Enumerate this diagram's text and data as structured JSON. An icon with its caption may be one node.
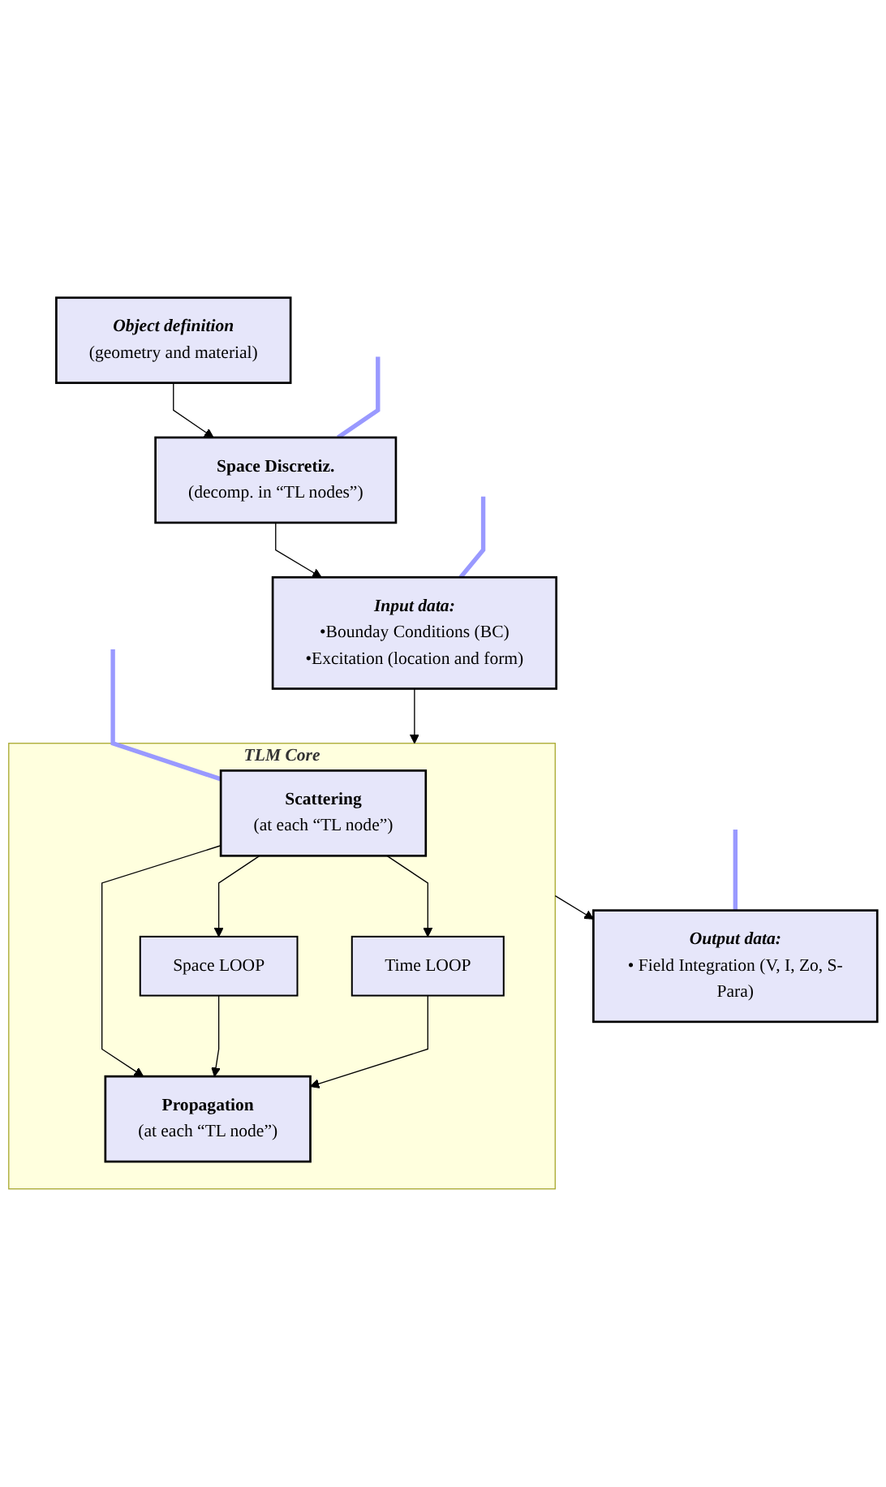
{
  "diagram": {
    "nodes": [
      {
        "text": [
          "Object definition",
          "(geometry and material)"
        ]
      },
      {
        "text": [
          "Space Discretiz.",
          "(decomp. in “TL nodes”)"
        ]
      },
      {
        "text": [
          "Input data:",
          "•Bounday Conditions (BC)",
          "•Excitation (location and form)"
        ]
      },
      {
        "text": [
          "TLM Core"
        ]
      },
      {
        "text": [
          "Scattering",
          "(at each “TL node”)"
        ],
        "in": 3
      },
      {
        "text": [
          "Propagation",
          "(at each “TL node”)"
        ],
        "in": 3
      },
      {
        "text": [
          "Space LOOP"
        ],
        "in": 3
      },
      {
        "text": [
          "Time LOOP"
        ],
        "in": 3
      },
      {
        "text": [
          "Output data:",
          "• Field Integration (V, I, Zo, S-Para)"
        ]
      }
    ],
    "edges": [
      {
        "from": 0,
        "to": 1,
        "arrow": "to"
      },
      {
        "from": 1,
        "to": 2,
        "arrow": "to"
      },
      {
        "from": 2,
        "to": 3,
        "arrow": "to"
      },
      {
        "from": 4,
        "to": 5,
        "arrow": "to"
      },
      {
        "from": 4,
        "to": 6,
        "arrow": "to"
      },
      {
        "from": 4,
        "to": 7,
        "arrow": "to"
      },
      {
        "from": 6,
        "to": 5,
        "arrow": "to"
      },
      {
        "from": 7,
        "to": 5,
        "arrow": "to"
      },
      {
        "from": 3,
        "to": 8,
        "arrow": "to"
      },
      {
        "from": null,
        "to": 1,
        "arrow": "none",
        "style": "thick",
        "color": "#9999ff"
      },
      {
        "from": null,
        "to": 2,
        "arrow": "none",
        "style": "thick",
        "color": "#9999ff"
      },
      {
        "from": null,
        "to": 4,
        "arrow": "none",
        "style": "thick",
        "color": "#9999ff"
      },
      {
        "from": null,
        "to": 8,
        "arrow": "none",
        "style": "thick",
        "color": "#9999ff"
      }
    ]
  }
}
